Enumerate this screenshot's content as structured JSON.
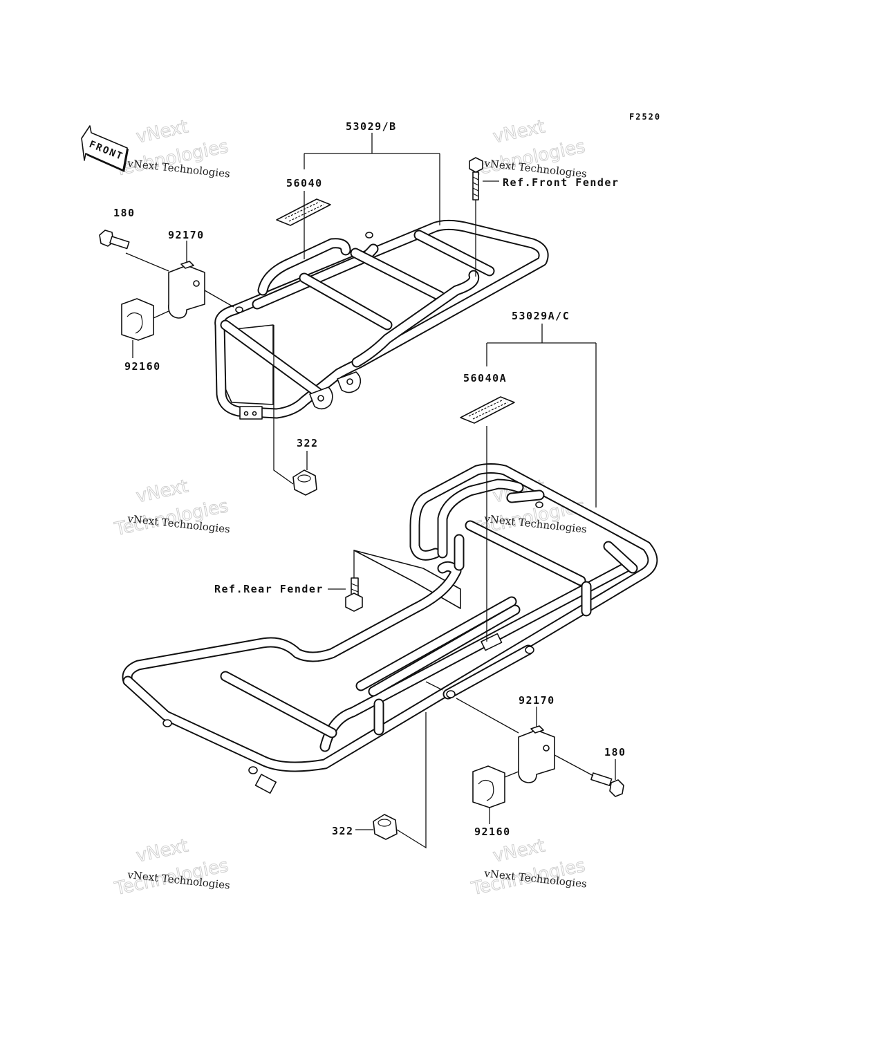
{
  "figure_code": "F2520",
  "front_label": "FRONT",
  "labels": {
    "rack_front": "53029/B",
    "label_front": "56040",
    "ref_front_fender": "Ref.Front Fender",
    "bolt_left": "180",
    "clamp_left": "92170",
    "cushion_left": "92160",
    "nut_front": "322",
    "rack_rear": "53029A/C",
    "label_rear": "56040A",
    "ref_rear_fender": "Ref.Rear Fender",
    "clamp_right": "92170",
    "bolt_right": "180",
    "cushion_right": "92160",
    "nut_rear": "322"
  },
  "watermark": {
    "small": "vNext Technologies",
    "big_top": "vNext",
    "big_bottom": "Technologies"
  }
}
